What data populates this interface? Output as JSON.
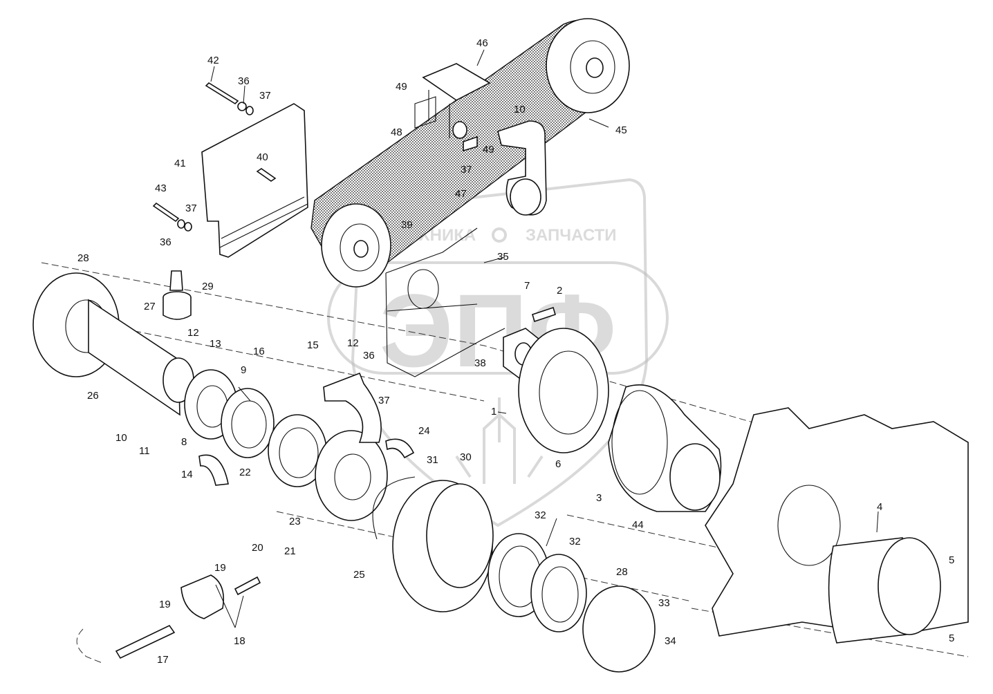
{
  "watermark": {
    "brand_letters": "ЭПФ",
    "brand_left": "ТЕХНИКА",
    "brand_right": "ЗАПЧАСТИ"
  },
  "callouts": [
    {
      "id": "c1",
      "label": "1"
    },
    {
      "id": "c2",
      "label": "2"
    },
    {
      "id": "c3",
      "label": "3"
    },
    {
      "id": "c4",
      "label": "4"
    },
    {
      "id": "c5a",
      "label": "5"
    },
    {
      "id": "c5b",
      "label": "5"
    },
    {
      "id": "c6",
      "label": "6"
    },
    {
      "id": "c7",
      "label": "7"
    },
    {
      "id": "c8",
      "label": "8"
    },
    {
      "id": "c9",
      "label": "9"
    },
    {
      "id": "c10a",
      "label": "10"
    },
    {
      "id": "c10b",
      "label": "10"
    },
    {
      "id": "c11",
      "label": "11"
    },
    {
      "id": "c12a",
      "label": "12"
    },
    {
      "id": "c12b",
      "label": "12"
    },
    {
      "id": "c13",
      "label": "13"
    },
    {
      "id": "c14",
      "label": "14"
    },
    {
      "id": "c15",
      "label": "15"
    },
    {
      "id": "c16",
      "label": "16"
    },
    {
      "id": "c17",
      "label": "17"
    },
    {
      "id": "c18",
      "label": "18"
    },
    {
      "id": "c19a",
      "label": "19"
    },
    {
      "id": "c19b",
      "label": "19"
    },
    {
      "id": "c20",
      "label": "20"
    },
    {
      "id": "c21",
      "label": "21"
    },
    {
      "id": "c22",
      "label": "22"
    },
    {
      "id": "c23",
      "label": "23"
    },
    {
      "id": "c24",
      "label": "24"
    },
    {
      "id": "c25",
      "label": "25"
    },
    {
      "id": "c26",
      "label": "26"
    },
    {
      "id": "c27",
      "label": "27"
    },
    {
      "id": "c28a",
      "label": "28"
    },
    {
      "id": "c28b",
      "label": "28"
    },
    {
      "id": "c29",
      "label": "29"
    },
    {
      "id": "c30",
      "label": "30"
    },
    {
      "id": "c31",
      "label": "31"
    },
    {
      "id": "c32a",
      "label": "32"
    },
    {
      "id": "c32b",
      "label": "32"
    },
    {
      "id": "c33",
      "label": "33"
    },
    {
      "id": "c34",
      "label": "34"
    },
    {
      "id": "c35",
      "label": "35"
    },
    {
      "id": "c36a",
      "label": "36"
    },
    {
      "id": "c36b",
      "label": "36"
    },
    {
      "id": "c36c",
      "label": "36"
    },
    {
      "id": "c37a",
      "label": "37"
    },
    {
      "id": "c37b",
      "label": "37"
    },
    {
      "id": "c37c",
      "label": "37"
    },
    {
      "id": "c37d",
      "label": "37"
    },
    {
      "id": "c38",
      "label": "38"
    },
    {
      "id": "c39",
      "label": "39"
    },
    {
      "id": "c40",
      "label": "40"
    },
    {
      "id": "c41",
      "label": "41"
    },
    {
      "id": "c42",
      "label": "42"
    },
    {
      "id": "c43",
      "label": "43"
    },
    {
      "id": "c44",
      "label": "44"
    },
    {
      "id": "c45",
      "label": "45"
    },
    {
      "id": "c46",
      "label": "46"
    },
    {
      "id": "c47",
      "label": "47"
    },
    {
      "id": "c48",
      "label": "48"
    },
    {
      "id": "c49a",
      "label": "49"
    },
    {
      "id": "c49b",
      "label": "49"
    }
  ]
}
